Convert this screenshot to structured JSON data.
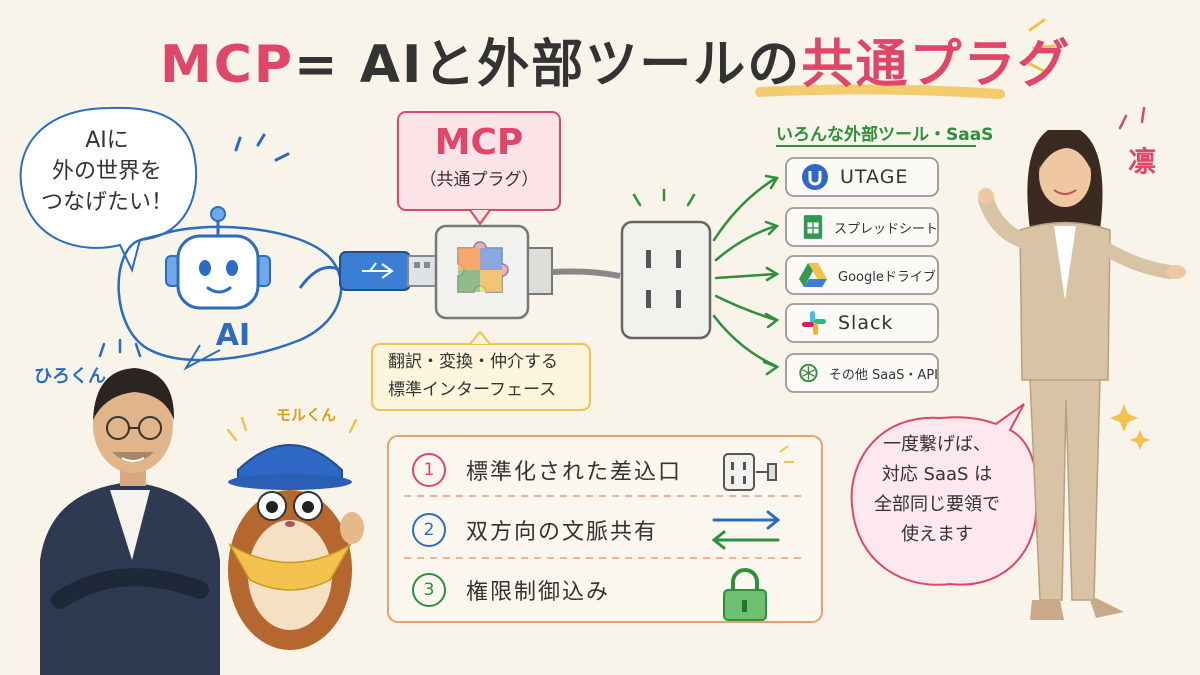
{
  "title": {
    "part1": "MCP",
    "part2": "= AIと外部ツールの",
    "part3": "共通プラグ"
  },
  "speech_left": {
    "line1": "AIに",
    "line2": "外の世界を",
    "line3": "つなげたい！"
  },
  "ai_label": "AI",
  "character_labels": {
    "hiro": "ひろくん",
    "moru": "モルくん",
    "rin": "凛"
  },
  "mcp_box": {
    "title": "MCP",
    "subtitle": "（共通プラグ）"
  },
  "translate_box": {
    "line1": "翻訳・変換・仲介する",
    "line2": "標準インターフェース"
  },
  "tools": {
    "heading": "いろんな外部ツール・SaaS",
    "items": [
      {
        "label": "UTAGE",
        "icon": "utage-icon"
      },
      {
        "label": "スプレッドシート",
        "icon": "spreadsheet-icon"
      },
      {
        "label": "Googleドライブ",
        "icon": "google-drive-icon"
      },
      {
        "label": "Slack",
        "icon": "slack-icon"
      },
      {
        "label": "その他 SaaS・API",
        "icon": "openai-icon"
      }
    ]
  },
  "features": [
    {
      "num": "1",
      "label": "標準化された差込口",
      "color": "#e0456a",
      "icon": "outlet-plug-icon"
    },
    {
      "num": "2",
      "label": "双方向の文脈共有",
      "color": "#2a6dbf",
      "icon": "bidirectional-arrows-icon"
    },
    {
      "num": "3",
      "label": "権限制御込み",
      "color": "#2f8f3a",
      "icon": "lock-icon"
    }
  ],
  "speech_right": {
    "line1": "一度繋げば、",
    "line2": "対応 SaaS は",
    "line3": "全部同じ要領で",
    "line4": "使えます"
  },
  "colors": {
    "pink": "#e0456a",
    "blue": "#2a6dbf",
    "green": "#2f8f3a",
    "yellow": "#f2c14e",
    "orange": "#e8a070"
  }
}
